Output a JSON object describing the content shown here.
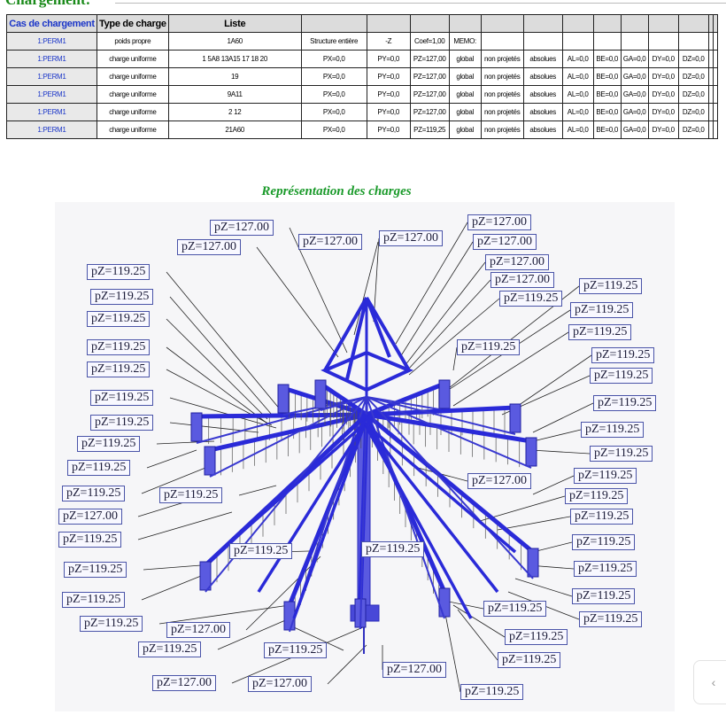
{
  "heading": "Chargement:",
  "table": {
    "header": [
      "Cas de chargement",
      "Type de charge",
      "Liste",
      "",
      "",
      "",
      "",
      "",
      "",
      "",
      "",
      "",
      "",
      "",
      "",
      ""
    ],
    "rows": [
      [
        "1:PERM1",
        "poids propre",
        "1A60",
        "Structure entière",
        "-Z",
        "Coef=1,00",
        "MEMO:",
        "",
        "",
        "",
        "",
        "",
        "",
        "",
        "",
        ""
      ],
      [
        "1:PERM1",
        "charge uniforme",
        "1 5A8 13A15 17 18 20",
        "PX=0,0",
        "PY=0,0",
        "PZ=127,00",
        "global",
        "non projetés",
        "absolues",
        "AL=0,0",
        "BE=0,0",
        "GA=0,0",
        "DY=0,0",
        "DZ=0,0",
        "",
        ""
      ],
      [
        "1:PERM1",
        "charge uniforme",
        "19",
        "PX=0,0",
        "PY=0,0",
        "PZ=127,00",
        "global",
        "non projetés",
        "absolues",
        "AL=0,0",
        "BE=0,0",
        "GA=0,0",
        "DY=0,0",
        "DZ=0,0",
        "",
        ""
      ],
      [
        "1:PERM1",
        "charge uniforme",
        "9A11",
        "PX=0,0",
        "PY=0,0",
        "PZ=127,00",
        "global",
        "non projetés",
        "absolues",
        "AL=0,0",
        "BE=0,0",
        "GA=0,0",
        "DY=0,0",
        "DZ=0,0",
        "",
        ""
      ],
      [
        "1:PERM1",
        "charge uniforme",
        "2 12",
        "PX=0,0",
        "PY=0,0",
        "PZ=127,00",
        "global",
        "non projetés",
        "absolues",
        "AL=0,0",
        "BE=0,0",
        "GA=0,0",
        "DY=0,0",
        "DZ=0,0",
        "",
        ""
      ],
      [
        "1:PERM1",
        "charge uniforme",
        "21A60",
        "PX=0,0",
        "PY=0,0",
        "PZ=119,25",
        "global",
        "non projetés",
        "absolues",
        "AL=0,0",
        "BE=0,0",
        "GA=0,0",
        "DY=0,0",
        "DZ=0,0",
        "",
        ""
      ]
    ]
  },
  "representation": {
    "title": "Représentation des charges",
    "labels": [
      "pZ=127.00",
      "pZ=127.00",
      "pZ=127.00",
      "pZ=127.00",
      "pZ=127.00",
      "pZ=127.00",
      "pZ=127.00",
      "pZ=127.00",
      "pZ=119.25",
      "pZ=119.25",
      "pZ=119.25",
      "pZ=119.25",
      "pZ=119.25",
      "pZ=119.25",
      "pZ=119.25",
      "pZ=119.25",
      "pZ=119.25",
      "pZ=119.25",
      "pZ=119.25",
      "pZ=119.25",
      "pZ=127.00",
      "pZ=119.25",
      "pZ=119.25",
      "pZ=119.25",
      "pZ=119.25",
      "pZ=127.00",
      "pZ=119.25",
      "pZ=119.25",
      "pZ=127.00",
      "pZ=127.00",
      "pZ=119.25",
      "pZ=119.25",
      "pZ=119.25",
      "pZ=119.25",
      "pZ=119.25",
      "pZ=119.25",
      "pZ=119.25",
      "pZ=119.25",
      "pZ=127.00",
      "pZ=119.25",
      "pZ=119.25",
      "pZ=119.25",
      "pZ=119.25",
      "pZ=119.25",
      "pZ=119.25",
      "pZ=119.25",
      "pZ=119.25",
      "pZ=119.25",
      "pZ=119.25",
      "pZ=127.00",
      "pZ=119.25",
      "pZ=119.25",
      "pZ=119.25",
      "pZ=119.25"
    ]
  },
  "side_button_icon": "chevron-left-icon",
  "side_button_glyph": "‹",
  "colors": {
    "heading_green": "#1a8a1a",
    "case_blue": "#1a35c8",
    "structure_blue": "#2a2ad8"
  }
}
